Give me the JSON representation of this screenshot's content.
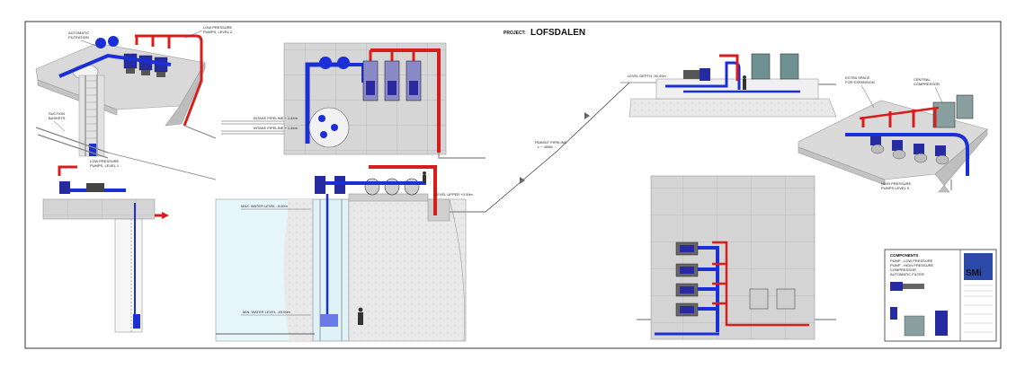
{
  "project": {
    "prefix": "PROJECT:",
    "name": "LOFSDALEN"
  },
  "labels": {
    "automatic_filtration": [
      "AUTOMATIC",
      "FILTRATION"
    ],
    "low_pressure_level2": [
      "LOW PRESSURE",
      "PUMPS, LEVEL 2"
    ],
    "suction_baskets": [
      "SUCTION",
      "BASKETS"
    ],
    "low_pressure_level1": [
      "LOW PRESSURE",
      "PUMPS, LEVEL 1"
    ],
    "intake_pipe_1": "INTAKE PIPELINE + 1.44m",
    "intake_pipe_2": "INTAKE PIPELINE + 1.44m",
    "level_upper": "LEVEL UPPER  +0.00m",
    "max_water": "MAX. WATER LEVEL   -5.00m",
    "min_water": "MIN. WATER LEVEL   -45.00m",
    "transit_pipeline": [
      "TRANSIT PIPELINE",
      "L ~ 400M"
    ],
    "level_depth": "LEVEL DEPTH  -30.00m",
    "extra_space": [
      "EXTRA SPACE",
      "FOR EXPANSION"
    ],
    "central_compressor": [
      "CENTRAL",
      "COMPRESSOR"
    ],
    "high_pressure": [
      "HIGH PRESSURE",
      "PUMPS LEVEL 5"
    ]
  },
  "legend": {
    "heading": "COMPONENTS",
    "items": [
      "PUMP - LOW PRESSURE",
      "PUMP - HIGH PRESSURE",
      "COMPRESSOR",
      "AUTOMATIC FILTER"
    ]
  },
  "logo": {
    "text": "SMi"
  },
  "colors": {
    "blue_pipe": "#1a2fd6",
    "red_pipe": "#d81d1d",
    "concrete": "#d3d3d3",
    "water": "#e6f6fb",
    "frame": "#333333"
  }
}
